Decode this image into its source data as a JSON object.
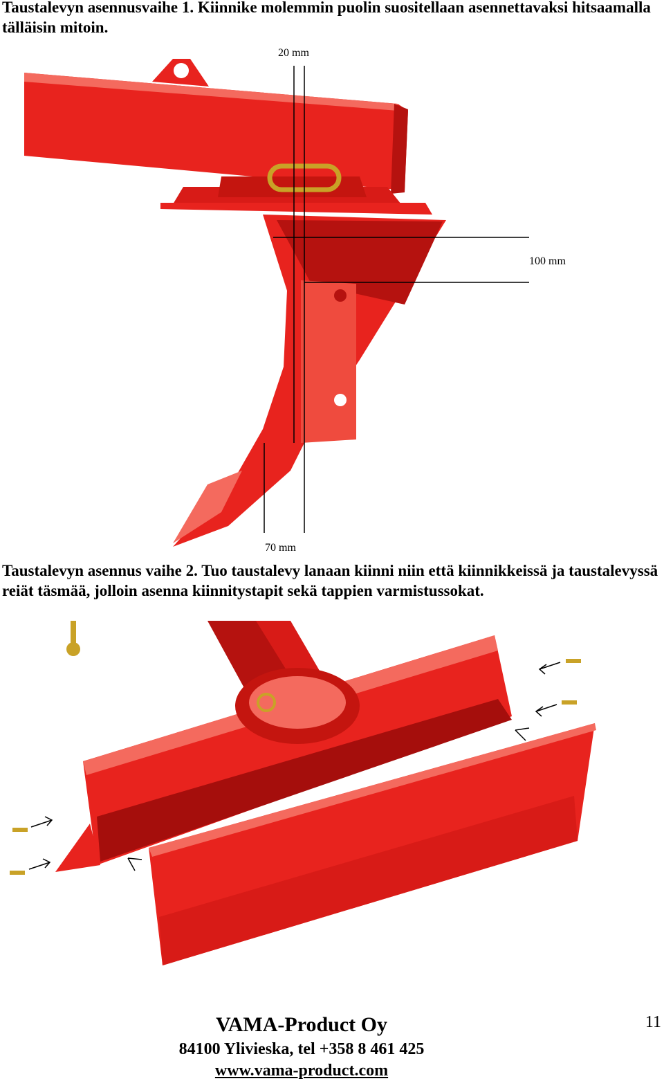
{
  "step1": {
    "text": "Taustalevyn asennusvaihe 1.  Kiinnike molemmin puolin suositellaan asennettavaksi hitsaamalla tälläisin mitoin."
  },
  "figure1": {
    "dim_top": "20 mm",
    "dim_right": "100 mm",
    "dim_bottom": "70 mm",
    "colors": {
      "frame_red": "#e8231e",
      "dark_red": "#a50e0c",
      "light_red": "#f46a5e",
      "brass": "#c9a227"
    }
  },
  "step2": {
    "text": "Taustalevyn asennus vaihe 2.  Tuo taustalevy lanaan kiinni niin että kiinnikkeissä ja taustalevyssä reiät täsmää, jolloin asenna kiinnitystapit sekä tappien varmistussokat."
  },
  "footer": {
    "company": "VAMA-Product Oy",
    "address": "84100 Ylivieska, tel +358 8 461 425",
    "website": "www.vama-product.com",
    "page_number": "11"
  }
}
